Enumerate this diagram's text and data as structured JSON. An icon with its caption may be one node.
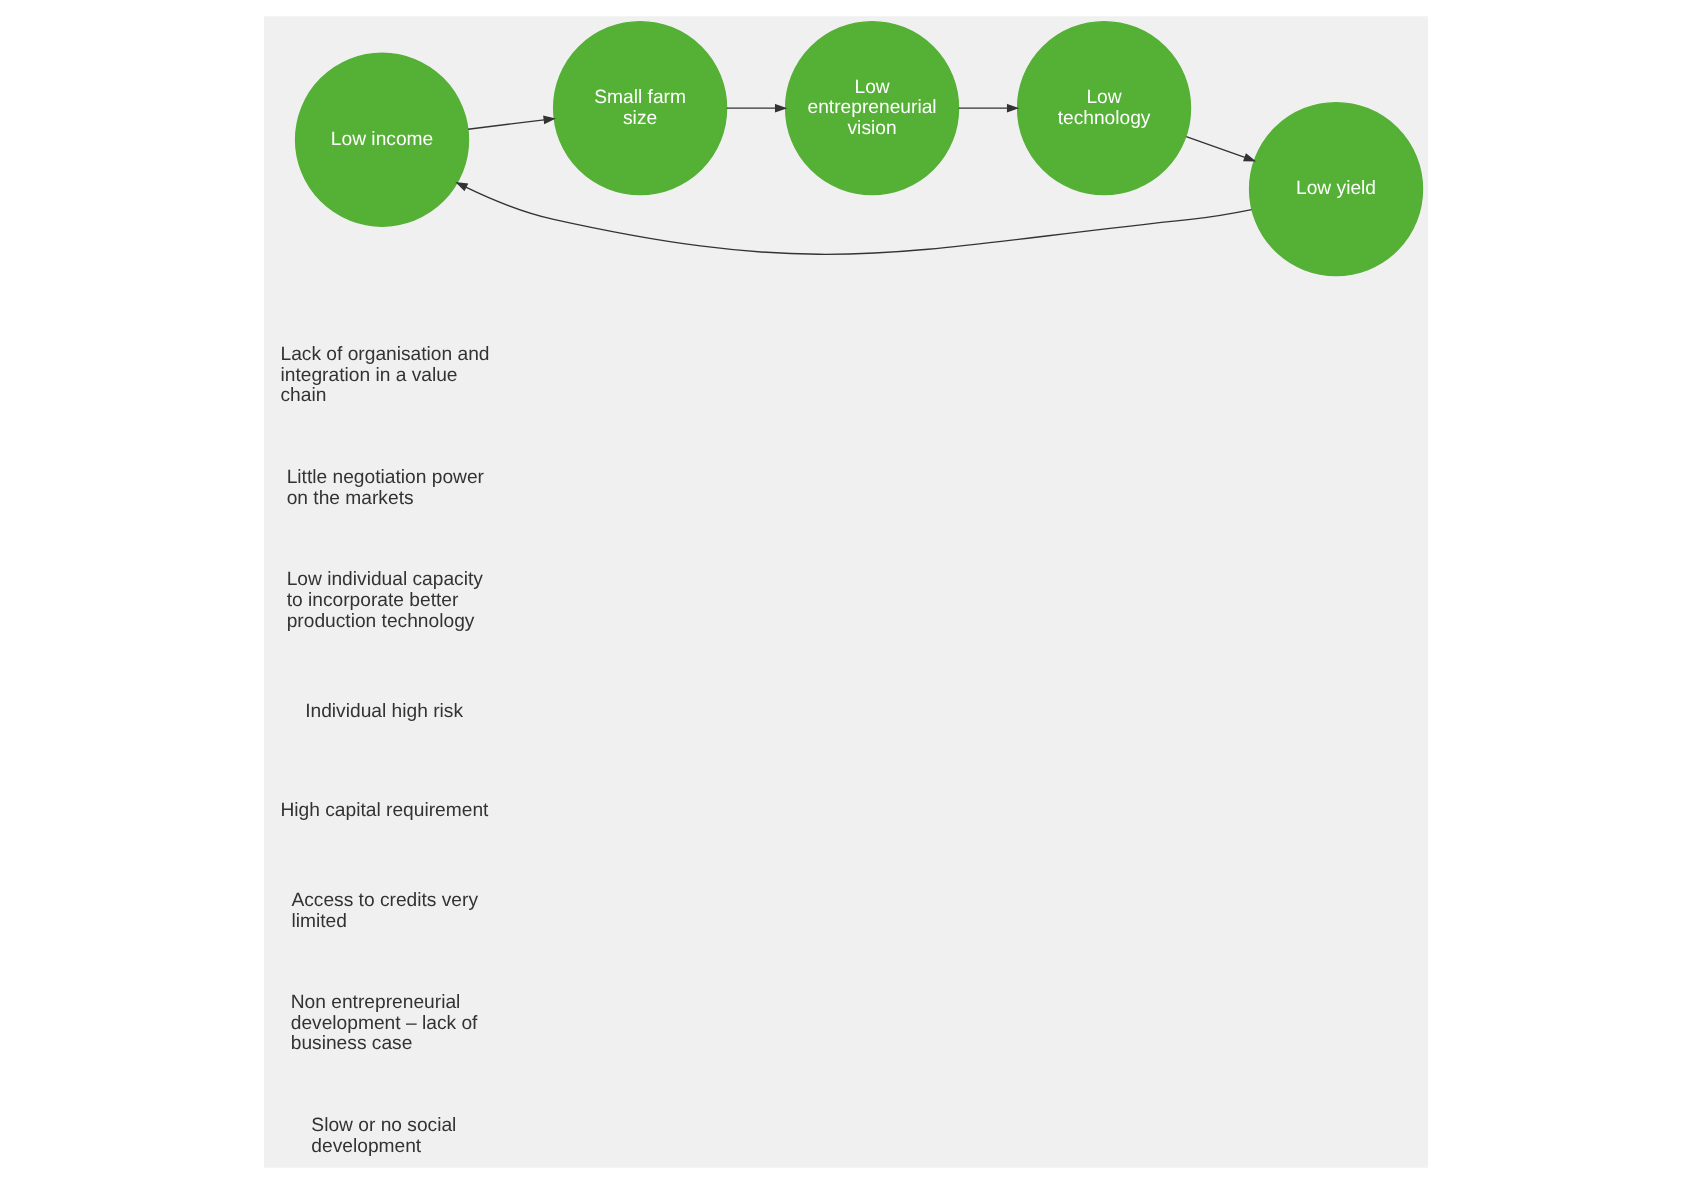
{
  "diagram": {
    "nodes": [
      {
        "text": [
          "Low income"
        ]
      },
      {
        "text": [
          "Small farm size"
        ]
      },
      {
        "text": [
          "Low entrepreneurial vision"
        ]
      },
      {
        "text": [
          "Low technology"
        ]
      },
      {
        "text": [
          "Low yield"
        ]
      }
    ],
    "edges": [
      {
        "from": 0,
        "to": 1,
        "arrow": "to"
      },
      {
        "from": 1,
        "to": 2,
        "arrow": "to"
      },
      {
        "from": 2,
        "to": 3,
        "arrow": "to"
      },
      {
        "from": 3,
        "to": 4,
        "arrow": "to"
      },
      {
        "from": 4,
        "to": 0,
        "arrow": "to"
      }
    ],
    "labels": [
      "Lack of organisation and integration in a value chain",
      "Little negotiation power on the markets",
      "Low individual capacity to incorporate better production technology",
      "Individual high risk",
      "High capital requirement",
      "Access to credits very limited",
      "Non entrepreneurial development – lack of business case",
      "Slow or no social development"
    ]
  }
}
